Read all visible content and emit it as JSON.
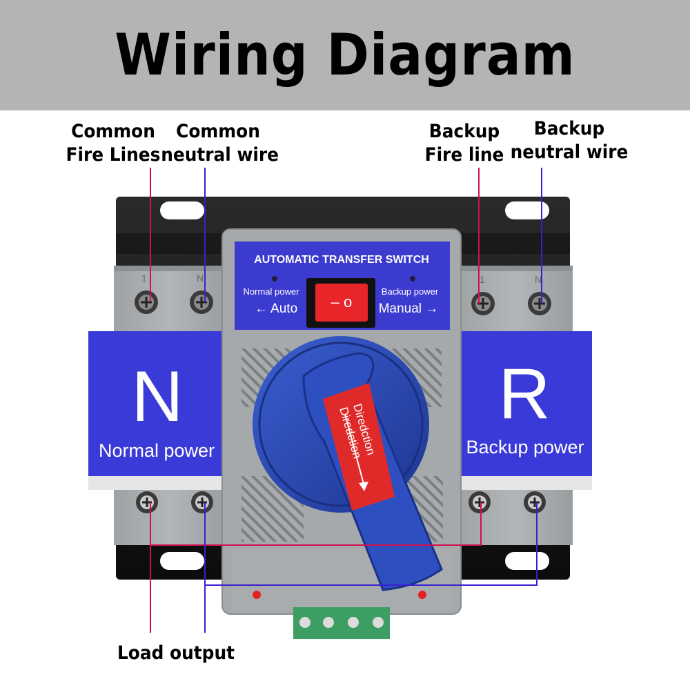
{
  "title": "Wiring Diagram",
  "labels": {
    "common_fire_line1": "Common",
    "common_fire_line2": "Fire Lines",
    "common_neutral_line1": "Common",
    "common_neutral_line2": "neutral wire",
    "backup_fire_line1": "Backup",
    "backup_fire_line2": "Fire line",
    "backup_neutral_line1": "Backup",
    "backup_neutral_line2": "neutral wire",
    "load_output": "Load output"
  },
  "device": {
    "header": "AUTOMATIC TRANSFER SWITCH",
    "normal_power_indicator": "Normal power",
    "backup_power_indicator": "Backup power",
    "auto": "← Auto",
    "manual": "Manual →",
    "switch_symbols": "– o",
    "left_panel_letter": "N",
    "left_panel_label": "Normal power",
    "right_panel_letter": "R",
    "right_panel_label": "Backup power",
    "knob_text": "Diredction",
    "terminal_mark_left_phase": "1",
    "terminal_mark_left_neutral": "N",
    "terminal_mark_right_phase": "1",
    "terminal_mark_right_neutral": "N"
  },
  "colors": {
    "banner": "#b4b4b4",
    "fire_wire": "#d0104e",
    "neutral_wire": "#3a1fd0",
    "panel_blue": "#3a3ad8",
    "housing_gray": "#a6a9ab",
    "knob_blue": "#2a49b4",
    "knob_red": "#e02a2a",
    "terminal_green": "#3d9e63"
  }
}
